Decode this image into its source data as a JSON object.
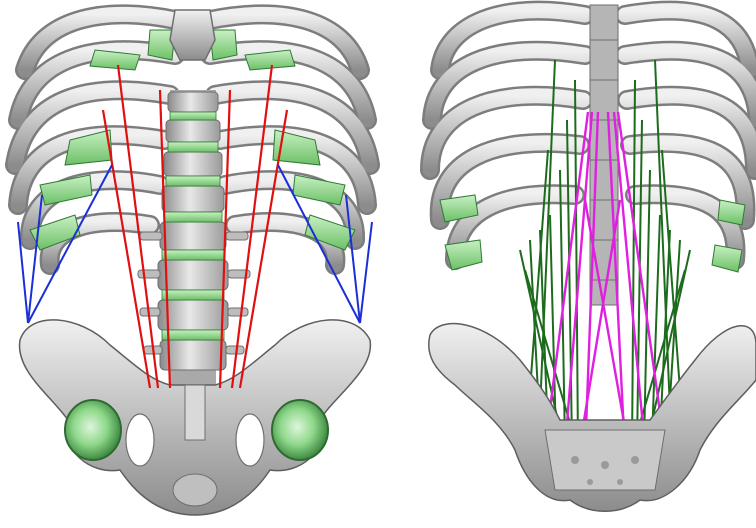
{
  "figure": {
    "panels": [
      {
        "id": "anterior",
        "view": "anterior"
      },
      {
        "id": "posterior",
        "view": "posterior"
      }
    ]
  },
  "colors": {
    "background": "#ffffff",
    "bone": "#c8c8c8",
    "bone_light": "#e6e6e6",
    "bone_dark": "#7a7a7a",
    "cartilage": "#9fe09a",
    "cartilage_dark": "#2f7a35",
    "muscle_red": "#e01010",
    "muscle_blue": "#1a2fd6",
    "muscle_green": "#1d6b1d",
    "muscle_magenta": "#e020e0"
  }
}
